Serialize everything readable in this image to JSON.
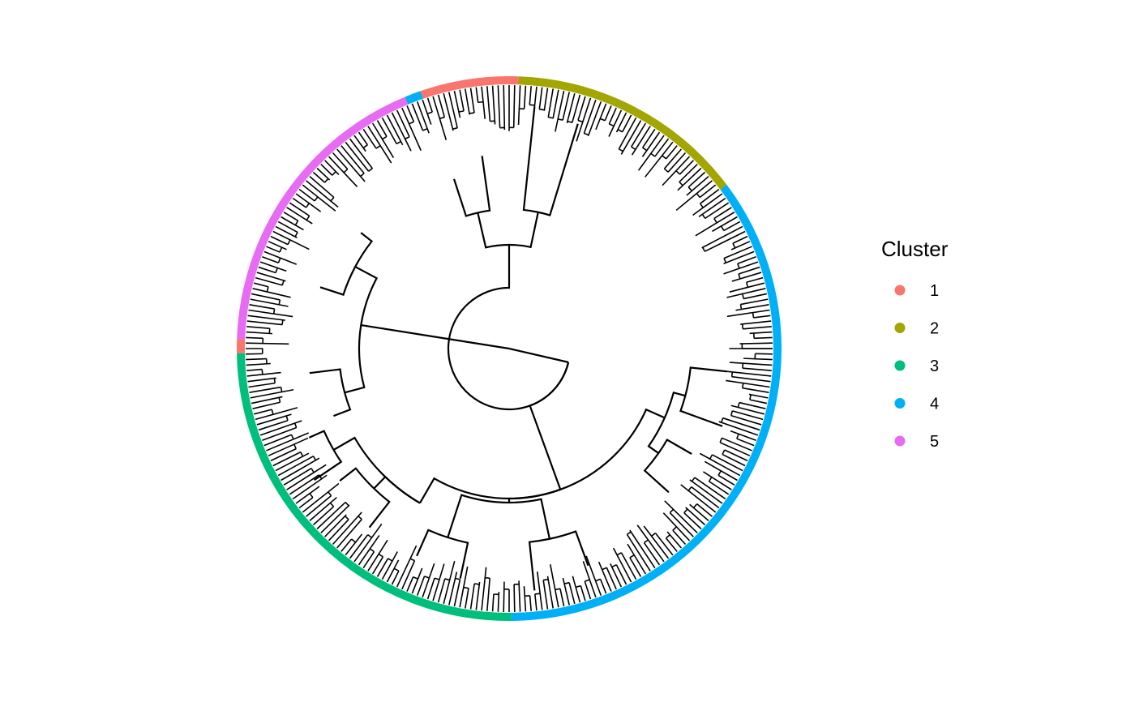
{
  "legend": {
    "title": "Cluster",
    "items": [
      {
        "label": "1",
        "color": "#F8766D"
      },
      {
        "label": "2",
        "color": "#A3A500"
      },
      {
        "label": "3",
        "color": "#00BF7D"
      },
      {
        "label": "4",
        "color": "#00B0F6"
      },
      {
        "label": "5",
        "color": "#E76BF3"
      }
    ]
  },
  "ring": [
    {
      "cluster": "1",
      "from_deg": 90.0,
      "to_deg": 109.0
    },
    {
      "cluster": "4",
      "from_deg": 109.0,
      "to_deg": 112.5
    },
    {
      "cluster": "5",
      "from_deg": 112.5,
      "to_deg": 178.0
    },
    {
      "cluster": "1",
      "from_deg": 178.0,
      "to_deg": 181.0
    },
    {
      "cluster": "3",
      "from_deg": 181.0,
      "to_deg": 270.5
    },
    {
      "cluster": "4",
      "from_deg": 270.5,
      "to_deg": 397.0
    },
    {
      "cluster": "2",
      "from_deg": 397.0,
      "to_deg": 448.0
    },
    {
      "cluster": "1",
      "from_deg": 448.0,
      "to_deg": 450.0
    }
  ],
  "branches": [
    {
      "id": "root",
      "angle": 43,
      "radius": 0
    },
    {
      "id": "c5",
      "angle": 171,
      "radius": 185,
      "parent": "root"
    },
    {
      "id": "c5a",
      "angle": 195,
      "radius": 210,
      "parent": "c5"
    },
    {
      "id": "c5b",
      "angle": 152,
      "radius": 215,
      "parent": "c5"
    },
    {
      "id": "c5a1",
      "angle": 187,
      "radius": 248,
      "parent": "c5a"
    },
    {
      "id": "c5a2",
      "angle": 201,
      "radius": 232,
      "parent": "c5a"
    },
    {
      "id": "c5b1",
      "angle": 142,
      "radius": 232,
      "parent": "c5b"
    },
    {
      "id": "c5b2",
      "angle": 162,
      "radius": 245,
      "parent": "c5b"
    },
    {
      "id": "L",
      "angle": 347,
      "radius": 75,
      "parent": "root"
    },
    {
      "id": "top",
      "angle": 90,
      "radius": 128,
      "parent": "L"
    },
    {
      "id": "t1",
      "angle": 78,
      "radius": 172,
      "parent": "top"
    },
    {
      "id": "t2",
      "angle": 103,
      "radius": 172,
      "parent": "top"
    },
    {
      "id": "t1a",
      "angle": 73,
      "radius": 290,
      "parent": "t1"
    },
    {
      "id": "t1b",
      "angle": 84,
      "radius": 300,
      "parent": "t1"
    },
    {
      "id": "t2a",
      "angle": 98,
      "radius": 240,
      "parent": "t2"
    },
    {
      "id": "t2b",
      "angle": 108,
      "radius": 220,
      "parent": "t2"
    },
    {
      "id": "w",
      "angle": 290,
      "radius": 185,
      "parent": "L"
    },
    {
      "id": "nw",
      "angle": 336,
      "radius": 210,
      "parent": "w"
    },
    {
      "id": "sw",
      "angle": 240,
      "radius": 220,
      "parent": "w"
    },
    {
      "id": "nw1",
      "angle": 325,
      "radius": 225,
      "parent": "nw"
    },
    {
      "id": "nw2",
      "angle": 345,
      "radius": 225,
      "parent": "nw"
    },
    {
      "id": "nw1a",
      "angle": 318,
      "radius": 265,
      "parent": "nw1"
    },
    {
      "id": "nw1b",
      "angle": 330,
      "radius": 260,
      "parent": "nw1"
    },
    {
      "id": "nw2a",
      "angle": 340,
      "radius": 280,
      "parent": "nw2"
    },
    {
      "id": "nw2b",
      "angle": 354,
      "radius": 270,
      "parent": "nw2"
    },
    {
      "id": "s",
      "angle": 270,
      "radius": 190,
      "parent": "w"
    },
    {
      "id": "s1",
      "angle": 252,
      "radius": 245,
      "parent": "s"
    },
    {
      "id": "s2",
      "angle": 282,
      "radius": 240,
      "parent": "s"
    },
    {
      "id": "s1a",
      "angle": 246,
      "radius": 280,
      "parent": "s1"
    },
    {
      "id": "s1b",
      "angle": 258,
      "radius": 290,
      "parent": "s1"
    },
    {
      "id": "s2a",
      "angle": 276,
      "radius": 300,
      "parent": "s2"
    },
    {
      "id": "s2b",
      "angle": 290,
      "radius": 285,
      "parent": "s2"
    },
    {
      "id": "se",
      "angle": 226,
      "radius": 240,
      "parent": "sw"
    },
    {
      "id": "se1",
      "angle": 218,
      "radius": 265,
      "parent": "se"
    },
    {
      "id": "se2",
      "angle": 232,
      "radius": 280,
      "parent": "se"
    },
    {
      "id": "e",
      "angle": 210,
      "radius": 250,
      "parent": "sw"
    },
    {
      "id": "e1",
      "angle": 204,
      "radius": 270,
      "parent": "e"
    },
    {
      "id": "e2",
      "angle": 214,
      "radius": 290,
      "parent": "e"
    }
  ]
}
